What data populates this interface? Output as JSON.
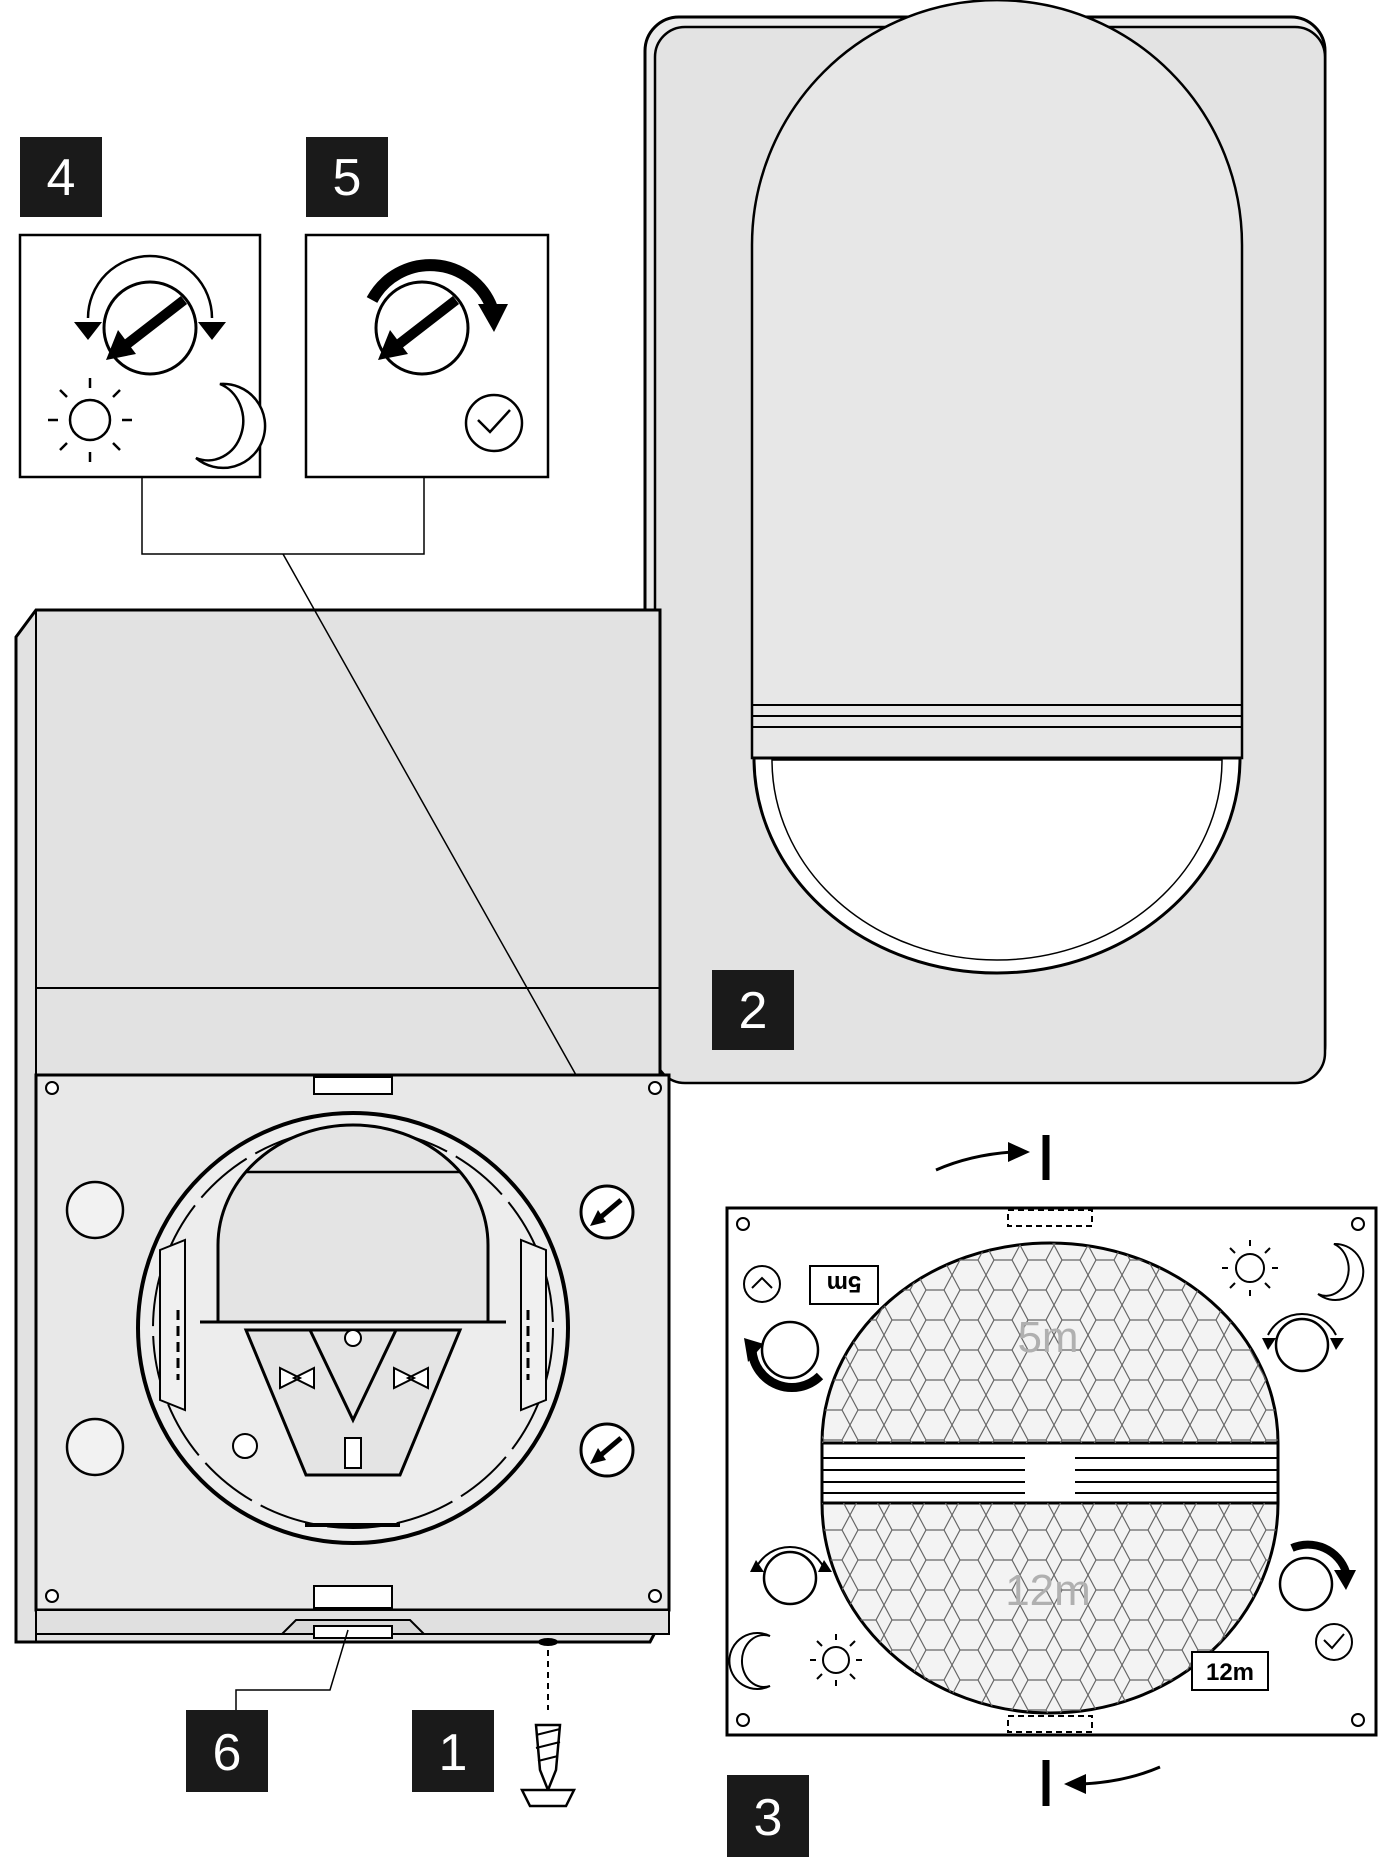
{
  "badges": {
    "b1": "1",
    "b2": "2",
    "b3": "3",
    "b4": "4",
    "b5": "5",
    "b6": "6"
  },
  "zones": {
    "upper": "5m",
    "lower": "12m"
  },
  "range_tags": {
    "upper": "5m",
    "lower": "12m"
  },
  "colors": {
    "housing": "#e6e6e6",
    "outline": "#000000",
    "lens": "#ffffff",
    "zone_text": "#b0b0b0"
  },
  "icons": [
    "sun-icon",
    "moon-icon",
    "clock-icon",
    "rotate-both-icon",
    "rotate-cw-icon",
    "screw-icon",
    "arrow-knob-icon"
  ]
}
